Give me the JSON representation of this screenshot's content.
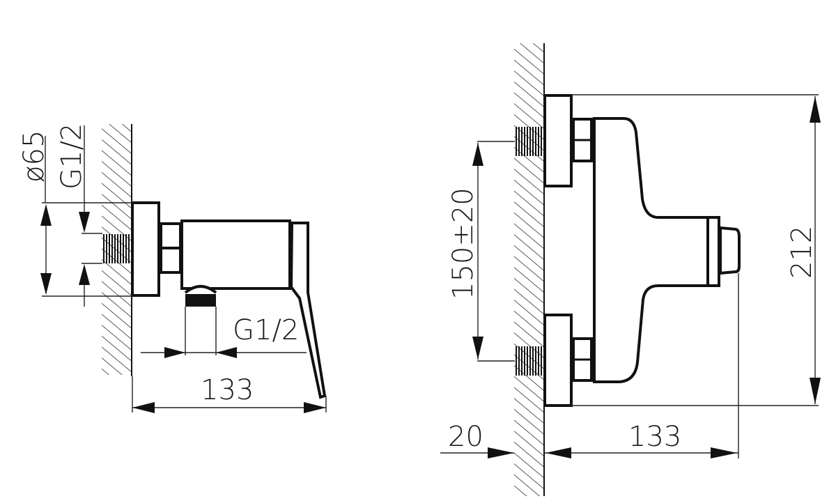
{
  "drawing": {
    "title": "Shower mixer dimensional drawing",
    "side_view": {
      "labels": {
        "diameter": "ø65",
        "inlet_thread": "G1/2",
        "outlet_thread": "G1/2",
        "depth": "133"
      }
    },
    "top_view": {
      "labels": {
        "inlet_spacing": "150±20",
        "height": "212",
        "wall_offset": "20",
        "depth": "133"
      }
    },
    "colors": {
      "line": "#111111",
      "background": "#ffffff"
    }
  }
}
